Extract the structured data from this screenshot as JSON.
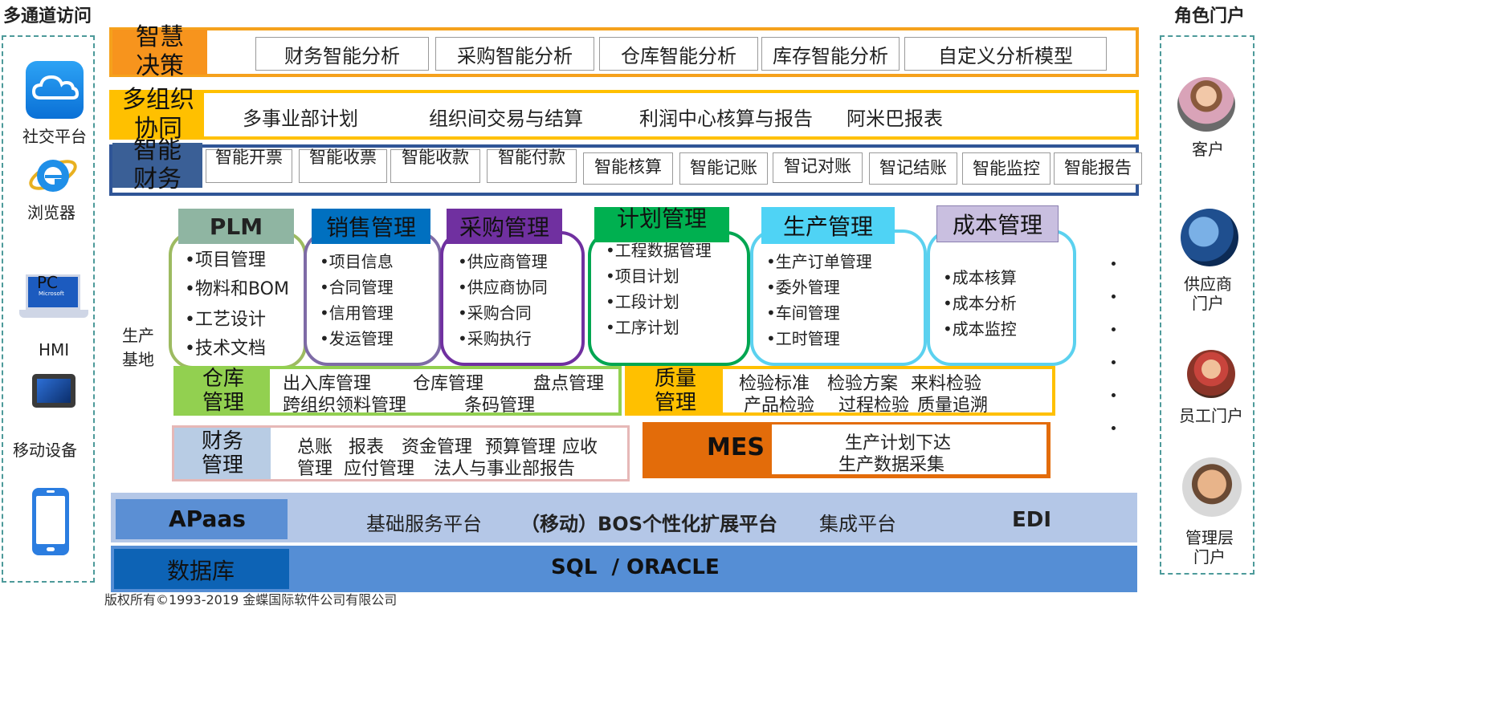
{
  "left": {
    "title": "多通道访问",
    "social": "社交平台",
    "browser": "浏览器",
    "pc": "PC",
    "pc_brand": "Microsoft",
    "hmi": "HMI",
    "mobile": "移动设备",
    "icons": [
      "cloud-icon",
      "ie-browser-icon",
      "laptop-icon",
      "tablet-icon",
      "smartphone-icon"
    ]
  },
  "right": {
    "title": "角色门户",
    "customer": "客户",
    "supplier": [
      "供应商",
      "门户"
    ],
    "employee": "员工门户",
    "manager": [
      "管理层",
      "门户"
    ]
  },
  "decision": {
    "label": [
      "智慧",
      "决策"
    ],
    "items": [
      "财务智能分析",
      "采购智能分析",
      "仓库智能分析",
      "库存智能分析",
      "自定义分析模型"
    ]
  },
  "org": {
    "label": [
      "多组织",
      "协同"
    ],
    "items": [
      "多事业部计划",
      "组织间交易与结算",
      "利润中心核算与报告",
      "阿米巴报表"
    ]
  },
  "finance_ai": {
    "label": [
      "智能",
      "财务"
    ],
    "items": [
      "智能开票",
      "智能收票",
      "智能收款",
      "智能付款",
      "智能核算",
      "智能记账",
      "智记对账",
      "智记结账",
      "智能监控",
      "智能报告"
    ]
  },
  "base": [
    "生产",
    "基地"
  ],
  "modules": {
    "plm": {
      "title": "PLM",
      "items": [
        "•项目管理",
        "•物料和BOM",
        "•工艺设计",
        "•技术文档"
      ]
    },
    "sales": {
      "title": "销售管理",
      "items": [
        "•项目信息",
        "•合同管理",
        "•信用管理",
        "•发运管理"
      ]
    },
    "purchase": {
      "title": "采购管理",
      "items": [
        "•供应商管理",
        "•供应商协同",
        "•采购合同",
        "•采购执行"
      ]
    },
    "plan": {
      "title": "计划管理",
      "items": [
        "•工程数据管理",
        "•项目计划",
        "•工段计划",
        "•工序计划"
      ]
    },
    "production": {
      "title": "生产管理",
      "items": [
        "•生产订单管理",
        "•委外管理",
        "•车间管理",
        "•工时管理"
      ]
    },
    "cost": {
      "title": "成本管理",
      "items": [
        "•成本核算",
        "•成本分析",
        "•成本监控"
      ]
    }
  },
  "warehouse": {
    "label": [
      "仓库",
      "管理"
    ],
    "line1": [
      "出入库管理",
      "仓库管理",
      "盘点管理"
    ],
    "line2": [
      "跨组织领料管理",
      "条码管理"
    ]
  },
  "quality": {
    "label": [
      "质量",
      "管理"
    ],
    "line1": [
      "检验标准",
      "检验方案",
      "来料检验"
    ],
    "line2": [
      "产品检验",
      "过程检验",
      "质量追溯"
    ]
  },
  "finance_mgmt": {
    "label": [
      "财务",
      "管理"
    ],
    "line1": [
      "总账",
      "报表",
      "资金管理",
      "预算管理",
      "应收"
    ],
    "line2": [
      "管理",
      "应付管理",
      "法人与事业部报告"
    ]
  },
  "mes": {
    "label": "MES",
    "items": [
      "生产计划下达",
      "生产数据采集"
    ]
  },
  "apaas": {
    "label": "APaas",
    "items": [
      "基础服务平台",
      "（移动）BOS个性化扩展平台",
      "集成平台",
      "EDI"
    ]
  },
  "db": {
    "label": "数据库",
    "value": "SQL  / ORACLE"
  },
  "copyright": "版权所有©1993-2019 金蝶国际软件公司有限公司",
  "colors": {
    "decision": "#f5a11c",
    "decision_tag": "#f7941d",
    "org": "#ffc000",
    "finance_ai": "#2f5597",
    "finance_ai_tag": "#3a5f96",
    "plm_head": "#8fb5a2",
    "plm_border": "#9dbb61",
    "sales_head": "#0070c0",
    "sales_border": "#7e6ba6",
    "purchase_head": "#7030a0",
    "purchase_border": "#7030a0",
    "plan_head": "#00b050",
    "plan_border": "#00a651",
    "production_head": "#4fd3f5",
    "production_border": "#5bd1ef",
    "cost_head": "#c9bfe0",
    "cost_border": "#5bd1ef",
    "warehouse": "#92d050",
    "quality": "#ffc000",
    "finance_mgmt_tag": "#b8cce4",
    "finance_mgmt_border": "#e6b8b7",
    "mes": "#e36c0a",
    "apaas_bg": "#b4c7e7",
    "apaas_tag": "#5b8fd4",
    "db_bg": "#558ed5",
    "db_tag": "#0d63b5"
  }
}
